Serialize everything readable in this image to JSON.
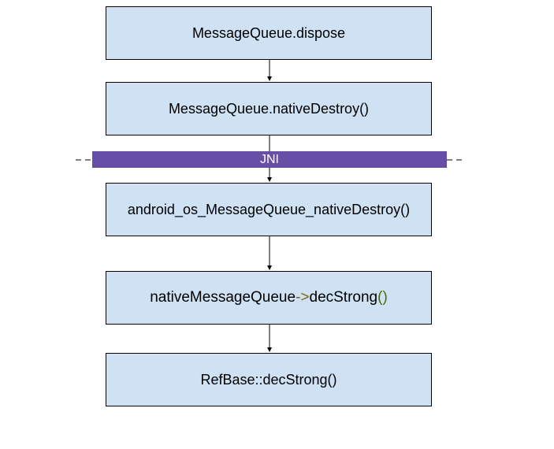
{
  "diagram": {
    "nodes": [
      {
        "id": "box1",
        "label": "MessageQueue.dispose"
      },
      {
        "id": "box2",
        "label": "MessageQueue.nativeDestroy()"
      },
      {
        "id": "box3",
        "label": "android_os_MessageQueue_nativeDestroy()"
      },
      {
        "id": "box4",
        "label_parts": [
          "nativeMessageQueue",
          "->",
          "decStrong",
          "()"
        ]
      },
      {
        "id": "box5",
        "label": "RefBase::decStrong()"
      }
    ],
    "boundary": {
      "label": "JNI"
    },
    "edges": [
      {
        "from": "box1",
        "to": "box2"
      },
      {
        "from": "box2",
        "to": "box3"
      },
      {
        "from": "box3",
        "to": "box4"
      },
      {
        "from": "box4",
        "to": "box5"
      }
    ],
    "colors": {
      "box_fill": "#cfe2f3",
      "box_border": "#000000",
      "jni_band": "#674ea7",
      "arrow_highlight": "#7a6a0a",
      "paren_highlight": "#4a6a00"
    }
  }
}
